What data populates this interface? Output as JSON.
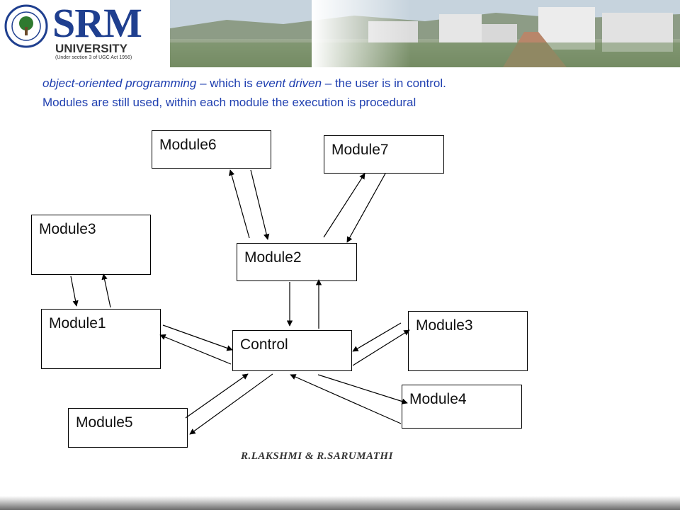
{
  "header": {
    "logo_text": "SRM",
    "logo_subtitle": "UNIVERSITY",
    "logo_note": "(Under section 3 of UGC Act 1956)"
  },
  "intro": {
    "line1_part1": "object-oriented programming",
    "line1_part2": " – which is ",
    "line1_part3": "event driven",
    "line1_part4": " – the user is in control.",
    "line2": "Modules are still used, within each module the execution is procedural"
  },
  "diagram": {
    "nodes": {
      "module6": "Module6",
      "module7": "Module7",
      "module3_left": "Module3",
      "module2": "Module2",
      "module1": "Module1",
      "control": "Control",
      "module3_right": "Module3",
      "module4": "Module4",
      "module5": "Module5"
    },
    "edges": [
      {
        "from": "Module2",
        "to": "Module6"
      },
      {
        "from": "Module6",
        "to": "Module2"
      },
      {
        "from": "Module2",
        "to": "Module7"
      },
      {
        "from": "Module7",
        "to": "Module2"
      },
      {
        "from": "Module2",
        "to": "Control"
      },
      {
        "from": "Control",
        "to": "Module2"
      },
      {
        "from": "Module1",
        "to": "Module3"
      },
      {
        "from": "Module3",
        "to": "Module1"
      },
      {
        "from": "Module1",
        "to": "Control"
      },
      {
        "from": "Control",
        "to": "Module1"
      },
      {
        "from": "Module3",
        "to": "Control"
      },
      {
        "from": "Control",
        "to": "Module3"
      },
      {
        "from": "Module4",
        "to": "Control"
      },
      {
        "from": "Control",
        "to": "Module4"
      },
      {
        "from": "Module5",
        "to": "Control"
      },
      {
        "from": "Control",
        "to": "Module5"
      }
    ]
  },
  "footer": {
    "authors": "R.LAKSHMI  &  R.SARUMATHI"
  },
  "colors": {
    "brand_blue": "#1f3f8f",
    "text_blue": "#1f3fb0"
  }
}
